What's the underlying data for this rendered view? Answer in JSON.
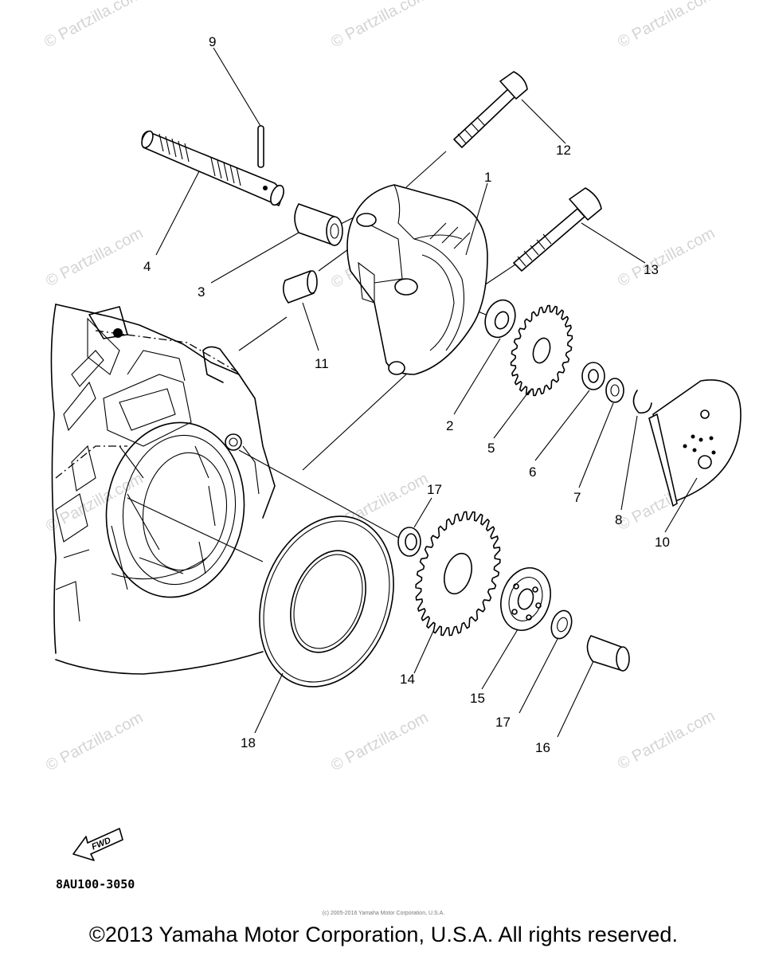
{
  "diagram": {
    "code": "8AU100-3050",
    "fwd_label": "FWD",
    "part_numbers": [
      "1",
      "2",
      "3",
      "4",
      "5",
      "6",
      "7",
      "8",
      "9",
      "10",
      "11",
      "12",
      "13",
      "14",
      "15",
      "16",
      "17",
      "17",
      "18"
    ]
  },
  "watermark": {
    "text": "© Partzilla.com"
  },
  "footer": {
    "copyright": "©2013 Yamaha Motor Corporation, U.S.A. All rights reserved.",
    "small_credit": "(c) 2005-2016 Yamaha Motor Corporation, U.S.A."
  }
}
